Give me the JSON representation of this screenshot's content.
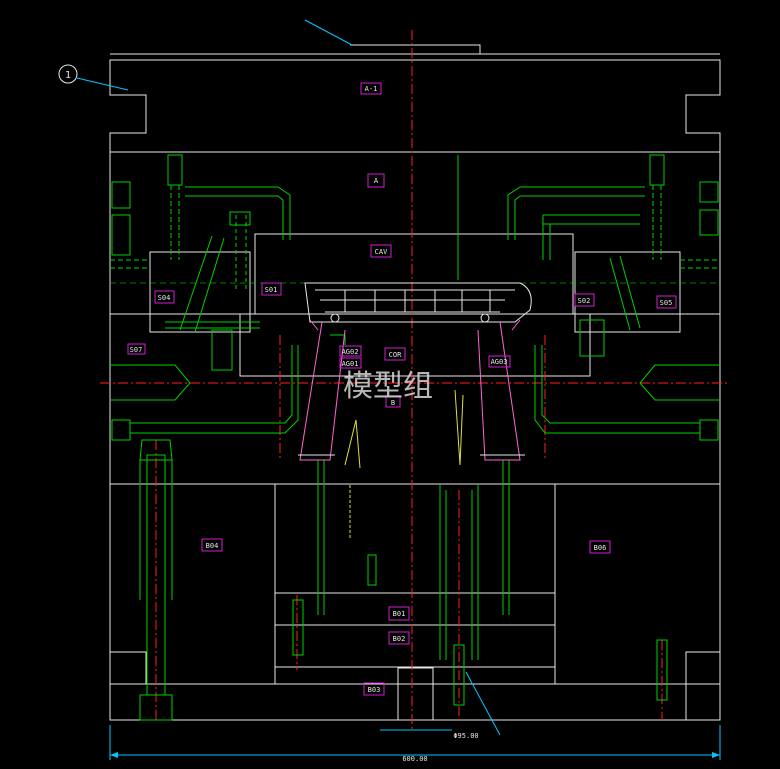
{
  "balloon": {
    "number": "1"
  },
  "plate_labels": {
    "top_clamp": "A-1",
    "a_plate": "A",
    "cavity": "CAV",
    "core": "COR",
    "slider_left": "S04",
    "slider_left_inner": "S01",
    "slider_right_inner": "S02",
    "slider_right": "S05",
    "slider_small": "S07",
    "lifter_left_a": "AG02",
    "lifter_left_b": "AG01",
    "lifter_right": "AG03",
    "b_plate": "B",
    "support_left": "B04",
    "support_right": "B06",
    "ejector_retainer": "B01",
    "ejector_plate": "B02",
    "bottom_clamp": "B03"
  },
  "dimensions": {
    "overall_width": "600.00",
    "locating_ring": "Φ95.00"
  },
  "watermark": "模型组",
  "colors": {
    "plate_lines": "#e8e8e8",
    "cooling": "#00d000",
    "center_line": "#ff2020",
    "lifter": "#ff66cc",
    "label_box": "#d020d0",
    "dimension": "#00c8ff"
  }
}
